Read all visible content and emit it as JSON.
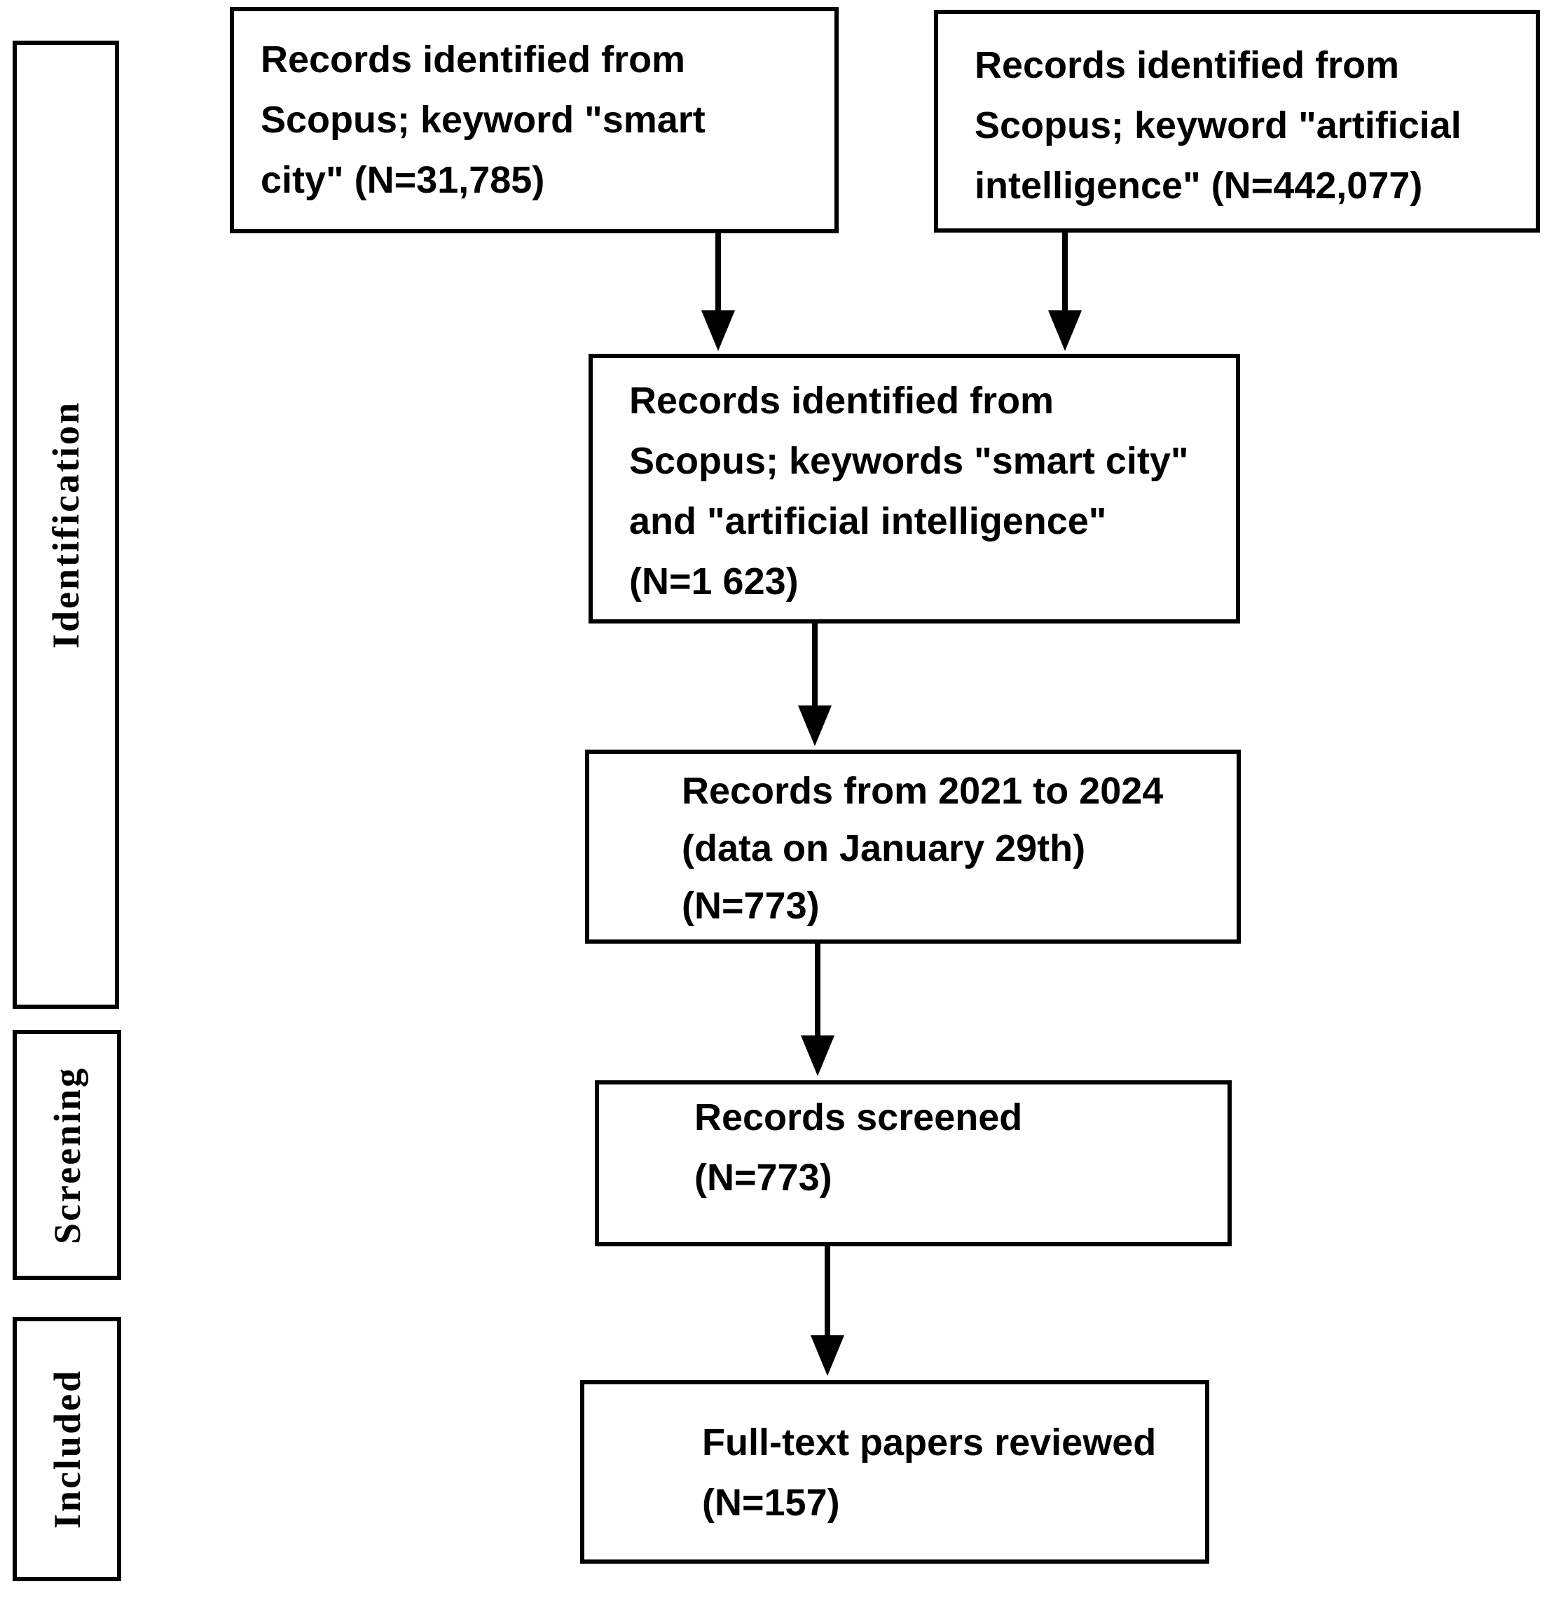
{
  "page": {
    "background_color": "#ffffff",
    "line_color": "#000000",
    "text_color": "#000000"
  },
  "diagram": {
    "type": "prisma-flow",
    "stages": [
      {
        "label": "Identification"
      },
      {
        "label": "Screening"
      },
      {
        "label": "Included"
      }
    ],
    "boxes": {
      "smart_city": {
        "lines": [
          "Records identified from",
          "Scopus; keyword \"smart",
          "city\" (N=31,785)"
        ],
        "n_value": "31,785"
      },
      "artificial_intelligence": {
        "lines": [
          "Records identified from",
          "Scopus; keyword \"artificial",
          "intelligence\" (N=442,077)"
        ],
        "n_value": "442,077"
      },
      "combined_keywords": {
        "lines": [
          "Records identified from",
          "Scopus; keywords \"smart city\"",
          "and \"artificial intelligence\"",
          "(N=1 623)"
        ],
        "n_value": "1 623"
      },
      "date_filtered": {
        "lines": [
          "Records from 2021 to 2024",
          "(data on January 29th)",
          "(N=773)"
        ],
        "n_value": "773"
      },
      "screened": {
        "lines": [
          "Records screened",
          "(N=773)"
        ],
        "n_value": "773"
      },
      "full_text": {
        "lines": [
          "Full-text papers reviewed",
          "(N=157)"
        ],
        "n_value": "157"
      }
    }
  }
}
